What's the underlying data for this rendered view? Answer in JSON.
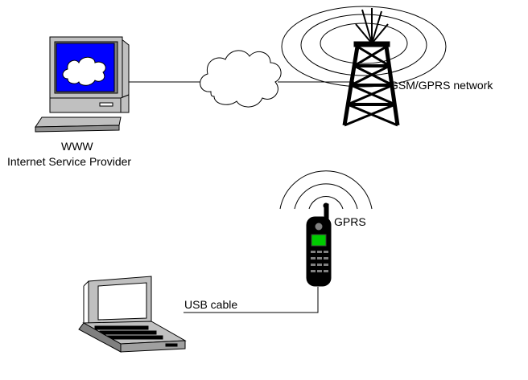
{
  "labels": {
    "www": "WWW",
    "isp": "Internet Service Provider",
    "gsm_network": "GSM/GPRS network",
    "gprs": "GPRS",
    "usb_cable": "USB cable"
  },
  "colors": {
    "screen_blue": "#0000ff",
    "phone_display": "#00cc00",
    "line": "#000000",
    "device_gray": "#c0c0c0"
  },
  "icons": [
    "desktop-computer-icon",
    "cloud-icon",
    "radio-tower-icon",
    "mobile-phone-icon",
    "laptop-icon"
  ]
}
